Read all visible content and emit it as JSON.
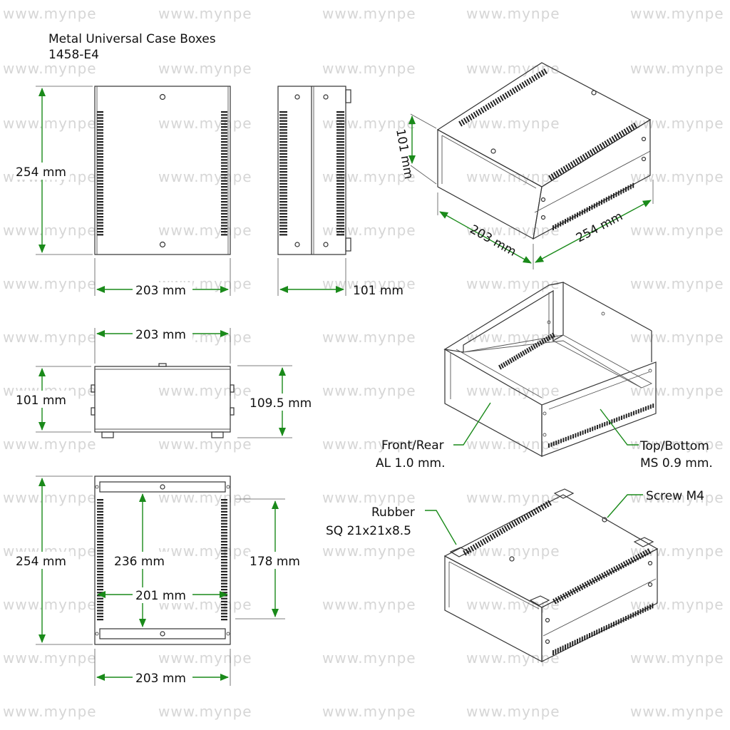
{
  "title": {
    "line1": "Metal Universal Case Boxes",
    "line2": "1458-E4"
  },
  "watermark": "www.mynpe",
  "dimensions": {
    "top_height": "254 mm",
    "top_width": "203 mm",
    "side_depth": "101 mm",
    "front_width": "203 mm",
    "front_height": "101 mm",
    "front_height_total": "109.5 mm",
    "inner_length": "236 mm",
    "inner_width": "201 mm",
    "inner_span": "178 mm",
    "bottom_height": "254 mm",
    "bottom_width": "203 mm",
    "iso_height": "101 mm",
    "iso_width": "203 mm",
    "iso_length": "254 mm"
  },
  "callouts": {
    "front_rear_1": "Front/Rear",
    "front_rear_2": "AL 1.0 mm.",
    "top_bottom_1": "Top/Bottom",
    "top_bottom_2": "MS 0.9 mm.",
    "screw": "Screw M4",
    "rubber_1": "Rubber",
    "rubber_2": "SQ 21x21x8.5"
  },
  "colors": {
    "dimension": "#1a8a1a",
    "linework": "#333333",
    "watermark": "#d6d6d6"
  }
}
